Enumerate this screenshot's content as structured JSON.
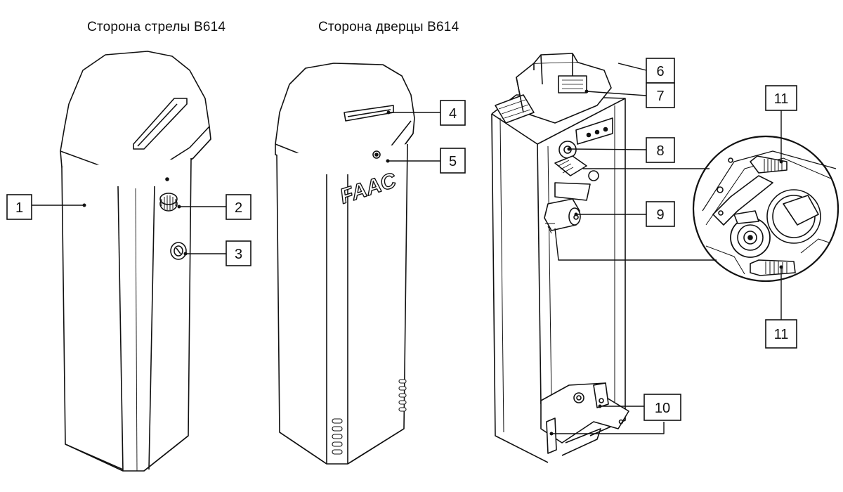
{
  "captions": {
    "boom_side": "Сторона стрелы B614",
    "door_side": "Сторона дверцы B614"
  },
  "brand_logo_text": "FAAC",
  "callouts": [
    {
      "id": "1",
      "label": "1"
    },
    {
      "id": "2",
      "label": "2"
    },
    {
      "id": "3",
      "label": "3"
    },
    {
      "id": "4",
      "label": "4"
    },
    {
      "id": "5",
      "label": "5"
    },
    {
      "id": "6",
      "label": "6"
    },
    {
      "id": "7",
      "label": "7"
    },
    {
      "id": "8",
      "label": "8"
    },
    {
      "id": "9",
      "label": "9"
    },
    {
      "id": "10",
      "label": "10"
    },
    {
      "id": "11a",
      "label": "11"
    },
    {
      "id": "11b",
      "label": "11"
    }
  ]
}
